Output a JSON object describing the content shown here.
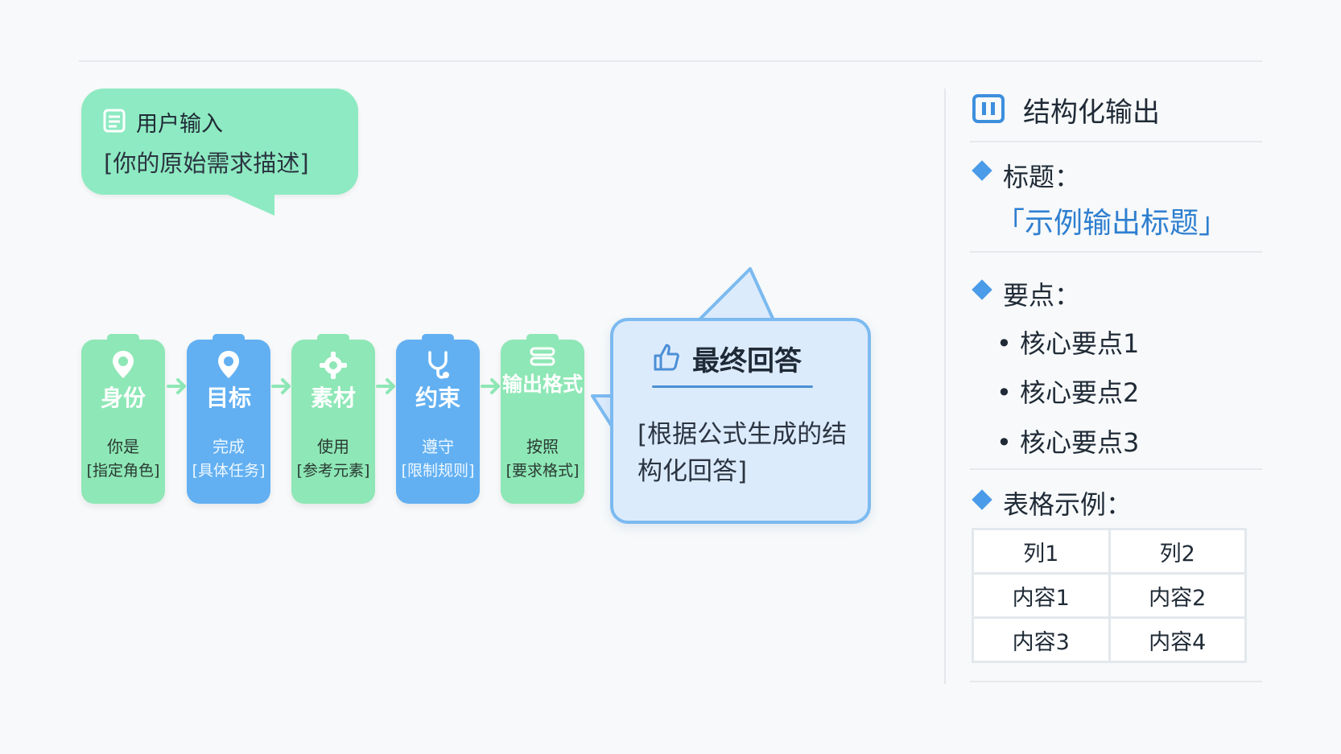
{
  "input": {
    "title": "用户输入",
    "text": "[你的原始需求描述]",
    "icon": "document-icon"
  },
  "steps": [
    {
      "title": "身份",
      "sub1": "你是",
      "sub2": "[指定角色]",
      "color": "#8ee7b6",
      "icon": "location-pin-icon"
    },
    {
      "title": "目标",
      "sub1": "完成",
      "sub2": "[具体任务]",
      "color": "#62b0f2",
      "icon": "location-pin-icon"
    },
    {
      "title": "素材",
      "sub1": "使用",
      "sub2": "[参考元素]",
      "color": "#8ee7b6",
      "icon": "gear-icon"
    },
    {
      "title": "约束",
      "sub1": "遵守",
      "sub2": "[限制规则]",
      "color": "#62b0f2",
      "icon": "stethoscope-icon"
    },
    {
      "title": "输出格式",
      "sub1": "按照",
      "sub2": "[要求格式]",
      "color": "#8ee7b6",
      "icon": "stack-icon"
    }
  ],
  "answer": {
    "title": "最终回答",
    "text": "[根据公式生成的结构化回答]",
    "icon": "thumbs-up-icon"
  },
  "panel": {
    "title": "结构化输出",
    "icon": "columns-icon",
    "title_label": "标题：",
    "title_example": "「示例输出标题」",
    "points_label": "要点：",
    "points": [
      "核心要点1",
      "核心要点2",
      "核心要点3"
    ],
    "table_label": "表格示例：",
    "table": {
      "headers": [
        "列1",
        "列2"
      ],
      "rows": [
        [
          "内容1",
          "内容2"
        ],
        [
          "内容3",
          "内容4"
        ]
      ]
    }
  },
  "colors": {
    "green": "#8ee7b6",
    "blue": "#62b0f2",
    "accent": "#4a9be8",
    "bubble": "#8eeac2"
  }
}
